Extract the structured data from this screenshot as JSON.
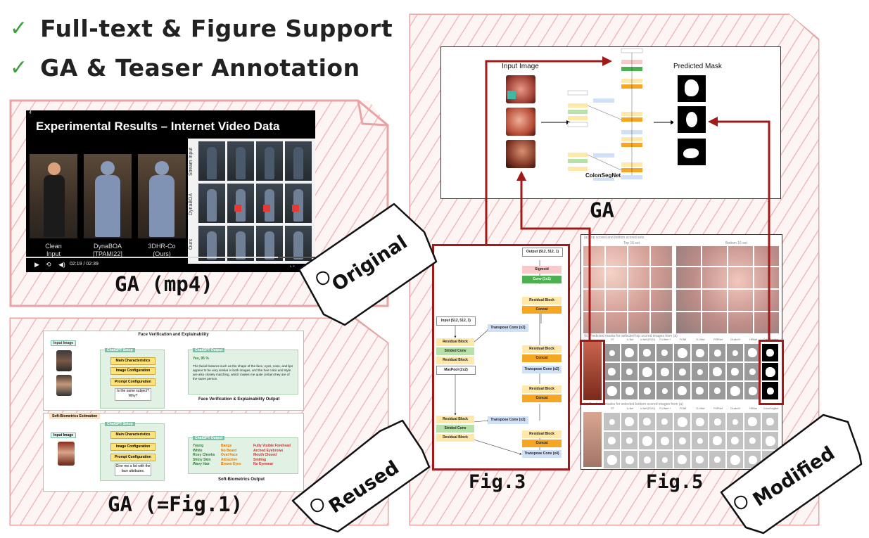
{
  "features": [
    {
      "check": "✓",
      "label": "Full-text & Figure Support"
    },
    {
      "check": "✓",
      "label": "GA & Teaser Annotation"
    }
  ],
  "video": {
    "slide_number": "4",
    "title": "Experimental Results – Internet Video Data",
    "columns": [
      {
        "name": "Clean",
        "sub": "Input"
      },
      {
        "name": "DynaBOA",
        "sub": "[TPAMI22]"
      },
      {
        "name": "3DHR-Co",
        "sub": "(Ours)"
      }
    ],
    "row_labels": [
      "Stream Input",
      "DynaBOA",
      "Ours"
    ],
    "time": "02:19 / 02:39",
    "caption": "GA (mp4)"
  },
  "reused": {
    "panel1_title": "Face Verification and Explainability",
    "input_image": "Input Image",
    "setup": "ChatGPT Setup",
    "output_tag": "ChatGPT Output",
    "buttons": [
      "Main Characteristics",
      "Image Configuration",
      "Prompt Configuration"
    ],
    "question1": "Is the same subject? Why?",
    "answer_head": "Yes, 95 %",
    "answer_body": "The facial features such as the shape of the face, eyes, nose, and lips appear to be very similar in both images, and the hair color and style are also closely matching, which makes me quite certain they are of the same person.",
    "output1": "Face Verification & Explainability Output",
    "panel2_title": "Soft-Biometrics Estimation",
    "question2": "Give me a list with the face attributes.",
    "attrs_col1": [
      "Young",
      "White",
      "Rosy Cheeks",
      "Shiny Skin",
      "Wavy Hair"
    ],
    "attrs_col2": [
      "Bangs",
      "No Beard",
      "Oval Face",
      "Attractive",
      "Brown Eyes"
    ],
    "attrs_col3": [
      "Fully Visible Forehead",
      "Arched Eyebrows",
      "Mouth Closed",
      "Smiling",
      "No Eyewear"
    ],
    "output2": "Soft-Biometrics Output",
    "caption": "GA (=Fig.1)"
  },
  "ga": {
    "input_label": "Input Image",
    "output_label": "Predicted Mask",
    "net_name": "ColonSegNet",
    "caption": "GA"
  },
  "fig3": {
    "output_box": "Output (512, 512, 1)",
    "input_box": "Input (512, 512, 3)",
    "sigmoid": "Sigmoid",
    "conv": "Conv (1x1)",
    "residual": "Residual Block",
    "concat": "Concat",
    "strided": "Strided Conv",
    "maxpool": "MaxPool (2x2)",
    "tconv_x2": "Transpose Conv (x2)",
    "tconv_x4": "Transpose Conv (x4)",
    "caption": "Fig.3"
  },
  "fig5": {
    "row_a": "(a) Top scored and bottom scored sets",
    "top": "Top 16 set",
    "bottom": "Bottom 16 set",
    "row_b": "(b) Predicted masks for selected top scored images from (a)",
    "row_c": "(c) Predicted masks for selected bottom scored images from (a)",
    "methods": [
      "GT",
      "U-Net",
      "U-Net (R101)",
      "R-UNet++",
      "FCN8",
      "D-UNet",
      "PSPNet",
      "DLabv3+",
      "HRNet",
      "ColonSegNet"
    ],
    "caption": "Fig.5"
  },
  "tags": {
    "original": "Original",
    "reused": "Reused",
    "modified": "Modified"
  },
  "colors": {
    "accent_red": "#a11a1a",
    "hatch": "#e88c8c",
    "check_green": "#3aa13a",
    "block_orange": "#f5a623",
    "block_yellow": "#ffe8a8",
    "block_green": "#b7e1a8",
    "block_blue": "#cfe0f7",
    "block_pink": "#f8c9c9",
    "conv_green": "#4caf50"
  }
}
